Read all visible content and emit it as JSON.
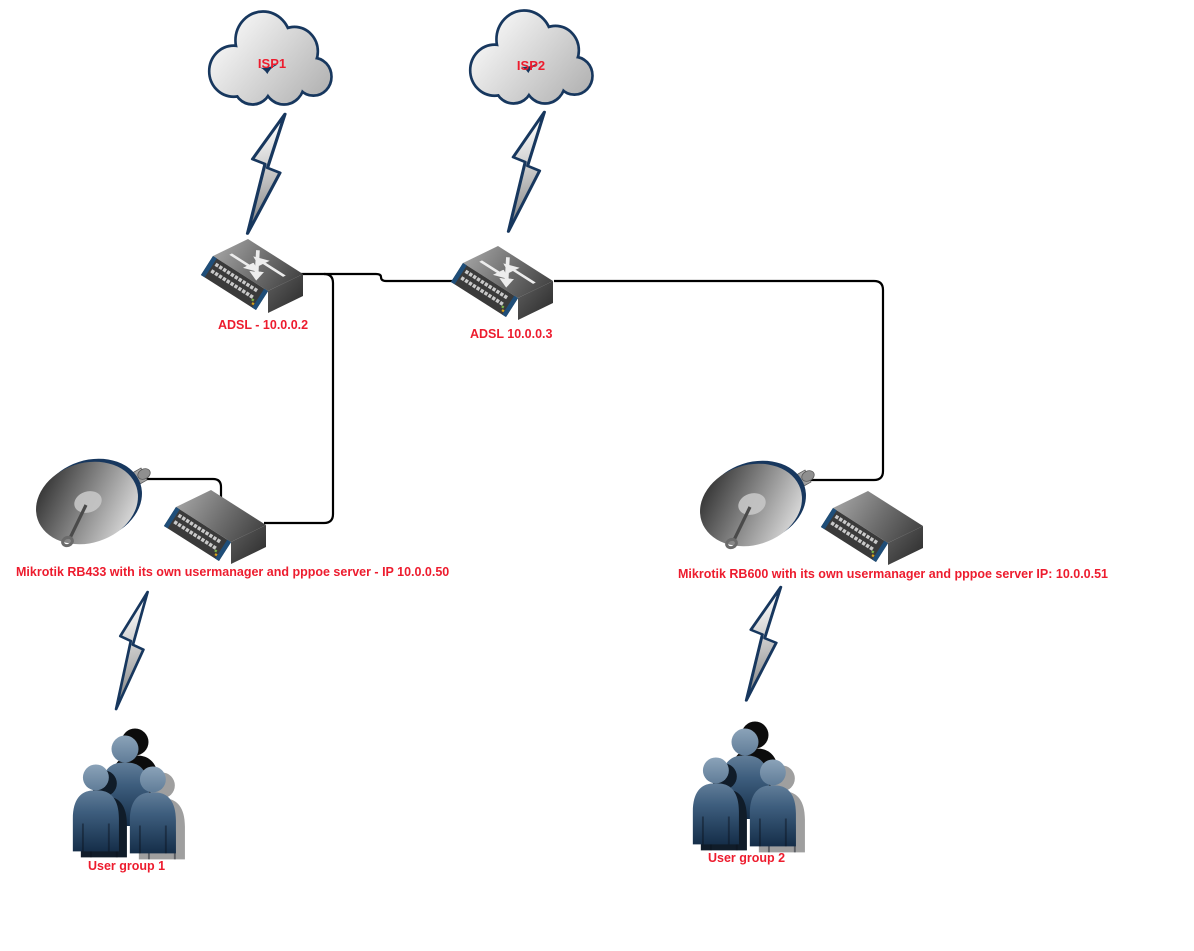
{
  "diagram": {
    "type": "network-topology",
    "background": "#ffffff",
    "nodes": {
      "isp1": {
        "label": "ISP1",
        "shape": "cloud"
      },
      "isp2": {
        "label": "ISP2",
        "shape": "cloud"
      },
      "adsl1": {
        "label": "ADSL - 10.0.0.2",
        "shape": "switch-router"
      },
      "adsl2": {
        "label": "ADSL 10.0.0.3",
        "shape": "switch-router"
      },
      "rb433": {
        "label": "Mikrotik RB433 with its own usermanager and pppoe server - IP 10.0.0.50",
        "shape": "router-with-satellite-dish"
      },
      "rb600": {
        "label": "Mikrotik RB600 with its own usermanager and pppoe server IP: 10.0.0.51",
        "shape": "router-with-satellite-dish"
      },
      "usergroup1": {
        "label": "User group 1",
        "shape": "people-group"
      },
      "usergroup2": {
        "label": "User group 2",
        "shape": "people-group"
      }
    },
    "connections": [
      {
        "from": "isp1",
        "to": "adsl1",
        "style": "lightning-bolt"
      },
      {
        "from": "isp2",
        "to": "adsl2",
        "style": "lightning-bolt"
      },
      {
        "from": "adsl1",
        "to": "adsl2",
        "style": "cable"
      },
      {
        "from": "adsl1",
        "to": "rb433",
        "style": "cable"
      },
      {
        "from": "adsl2",
        "to": "rb600-dish",
        "style": "cable"
      },
      {
        "from": "rb433-dish",
        "to": "rb433",
        "style": "cable"
      },
      {
        "from": "rb433",
        "to": "usergroup1",
        "style": "lightning-bolt"
      },
      {
        "from": "rb600",
        "to": "usergroup2",
        "style": "lightning-bolt"
      }
    ],
    "colors": {
      "label_text": "#ed1c2e",
      "outline_navy": "#17375e",
      "cable": "#000000",
      "port_stripe_blue": "#1f4e79",
      "led_green": "#7ab648",
      "led_amber": "#d8a018"
    }
  }
}
